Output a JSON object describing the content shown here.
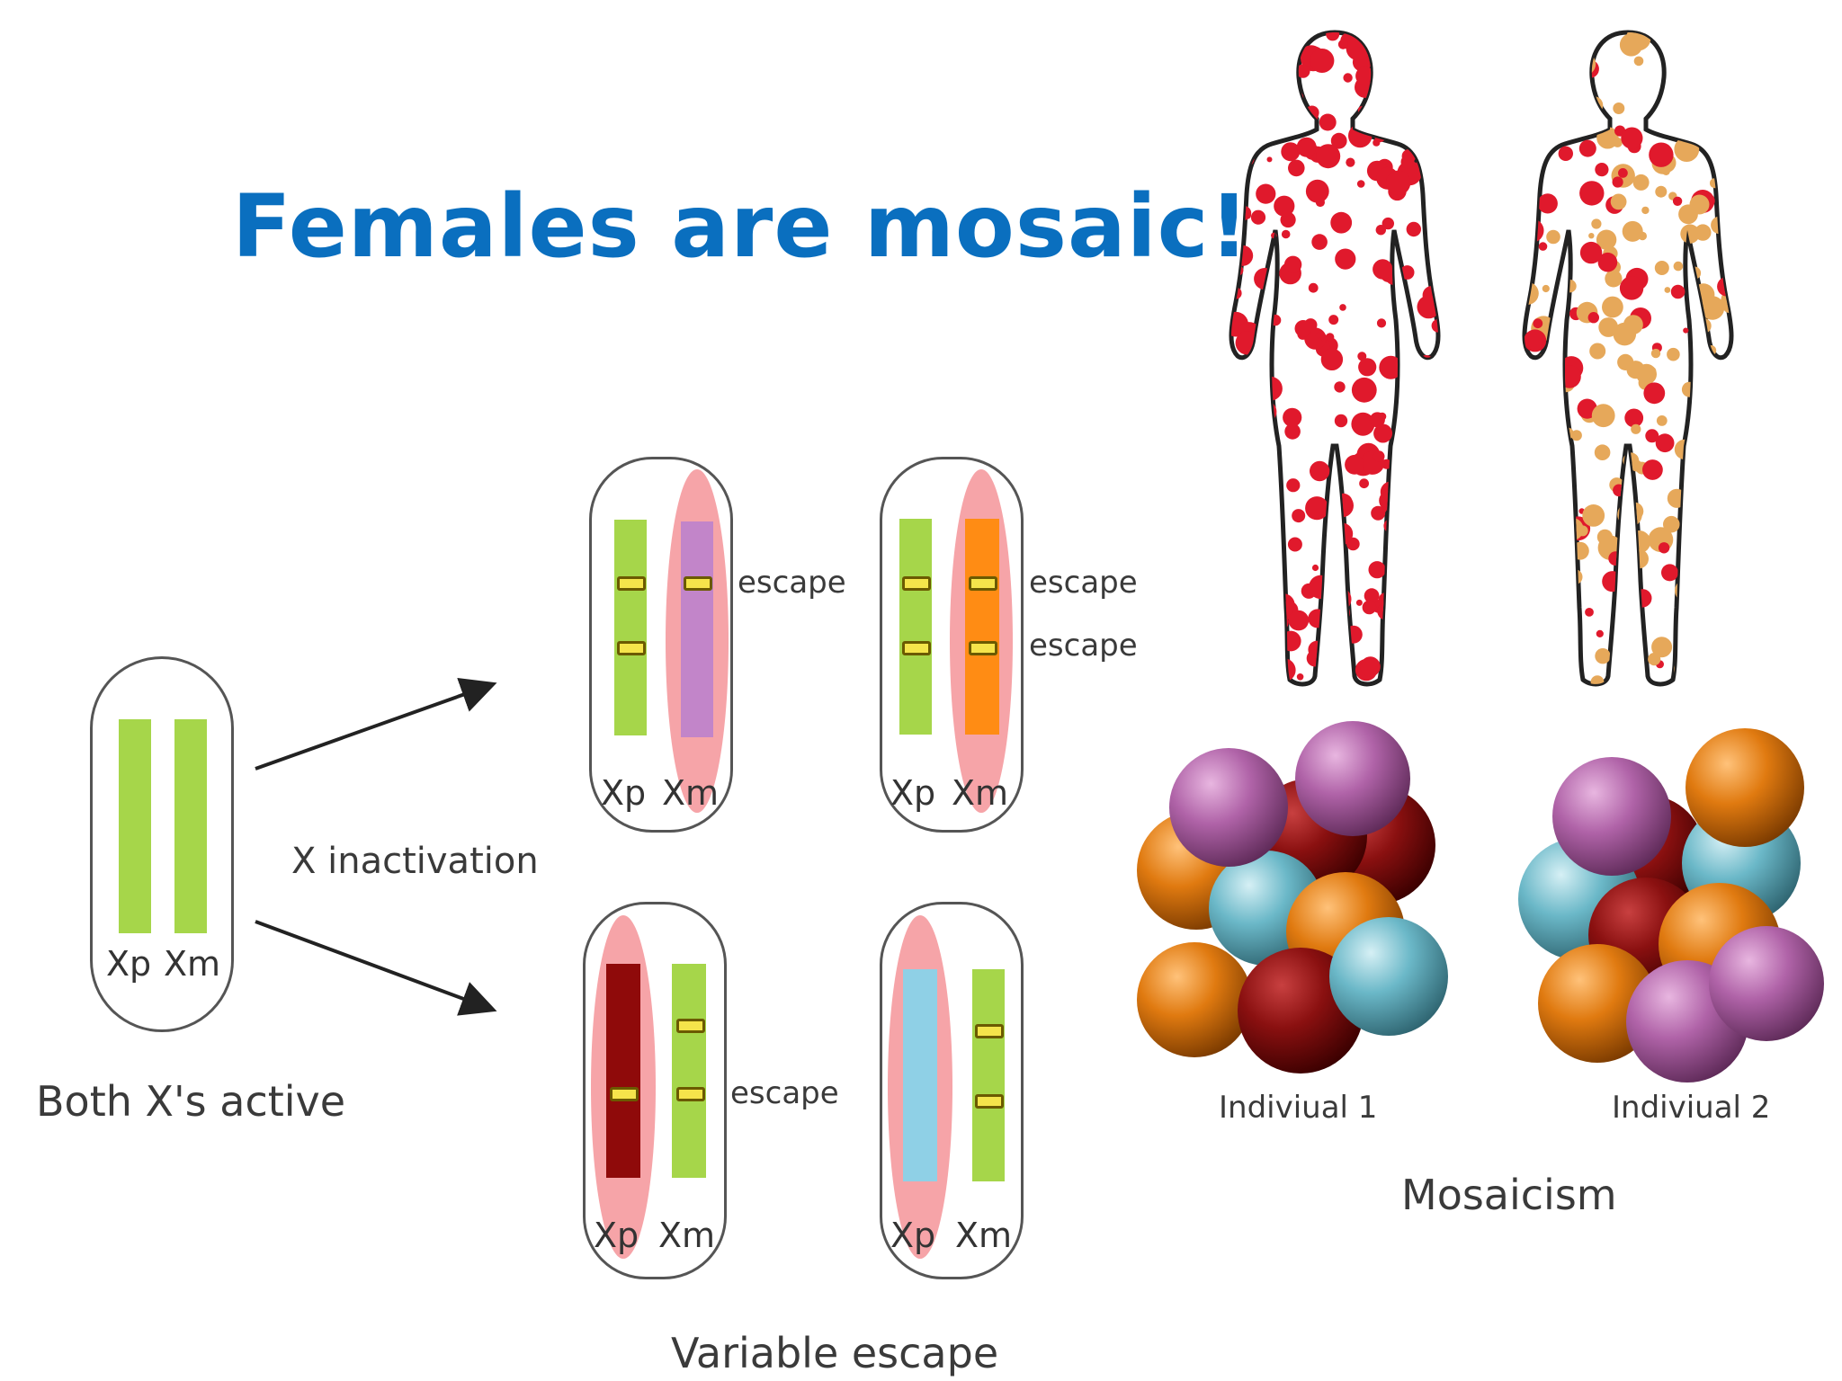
{
  "title": "Females are mosaic!",
  "left_panel": {
    "capsule_labels": [
      "Xp",
      "Xm"
    ],
    "caption": "Both X's active",
    "arrow_label": "X inactivation"
  },
  "escape_panels": [
    {
      "labels": [
        "Xp",
        "Xm"
      ],
      "escape_labels": [
        "escape"
      ],
      "inactive_color": "#c285c9"
    },
    {
      "labels": [
        "Xp",
        "Xm"
      ],
      "escape_labels": [
        "escape",
        "escape"
      ],
      "inactive_color": "#ff8c14"
    },
    {
      "labels": [
        "Xp",
        "Xm"
      ],
      "escape_labels": [
        "escape"
      ],
      "inactive_color": "#8f0a0a"
    },
    {
      "labels": [
        "Xp",
        "Xm"
      ],
      "escape_labels": [],
      "inactive_color": "#8fd0e6"
    }
  ],
  "escape_caption": "Variable escape",
  "mosaic": {
    "individual_labels": [
      "Indiviual 1",
      "Indiviual 2"
    ],
    "caption": "Mosaicism"
  },
  "colors": {
    "title": "#0a6fbf",
    "active_x": "#a6d64a",
    "halo": "#f6a4a8",
    "escape_band": "#f5e44b",
    "body_dot_red": "#e0192c",
    "body_dot_orange": "#e6a85a",
    "sphere_purple": "#b063a8",
    "sphere_orange": "#e07a10",
    "sphere_darkred": "#8a1010",
    "sphere_blue": "#6bb8c8"
  }
}
